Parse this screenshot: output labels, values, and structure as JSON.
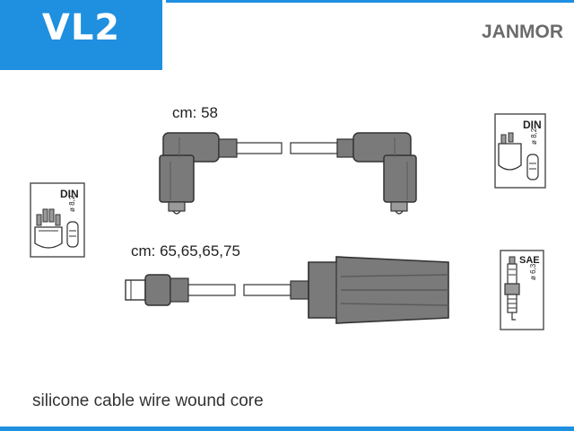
{
  "header": {
    "code": "VL2",
    "brand": "JANMOR"
  },
  "cables": {
    "top_label": "cm: 58",
    "bottom_label": "cm: 65,65,65,75"
  },
  "icons": {
    "left_din": {
      "standard": "DIN",
      "size": "ø 8,2"
    },
    "right_din": {
      "standard": "DIN",
      "size": "ø 8,2"
    },
    "sae": {
      "standard": "SAE",
      "size": "ø 6,3"
    }
  },
  "footer": {
    "text": "silicone cable wire wound core"
  },
  "colors": {
    "accent": "#1f8fe0",
    "part": "#7a7a7a",
    "part_dark": "#5e5e5e",
    "wire": "#6e6e6e"
  }
}
